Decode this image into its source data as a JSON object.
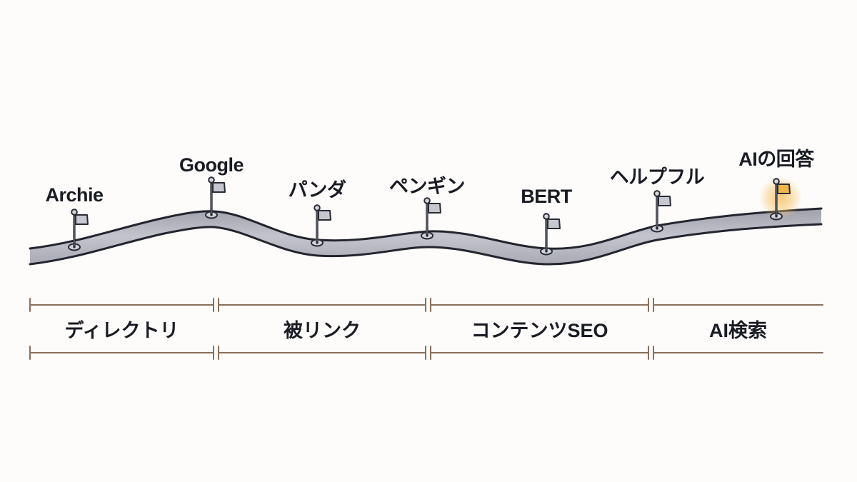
{
  "milestones": [
    {
      "label": "Archie",
      "highlight": false
    },
    {
      "label": "Google",
      "highlight": false
    },
    {
      "label": "パンダ",
      "highlight": false
    },
    {
      "label": "ペンギン",
      "highlight": false
    },
    {
      "label": "BERT",
      "highlight": false
    },
    {
      "label": "ヘルプフル",
      "highlight": false
    },
    {
      "label": "AIの回答",
      "highlight": true
    }
  ],
  "eras": [
    {
      "label": "ディレクトリ"
    },
    {
      "label": "被リンク"
    },
    {
      "label": "コンテンツSEO"
    },
    {
      "label": "AI検索"
    }
  ],
  "colors": {
    "road_fill": "#b9bac3",
    "road_edge": "#23252e",
    "flag_pole": "#6f717b",
    "flag": "#c7c8cf",
    "highlight_flag": "#f0b64a",
    "highlight_glow": "#f7c46e",
    "bracket": "#8a6f5c",
    "text": "#1a1c24"
  }
}
